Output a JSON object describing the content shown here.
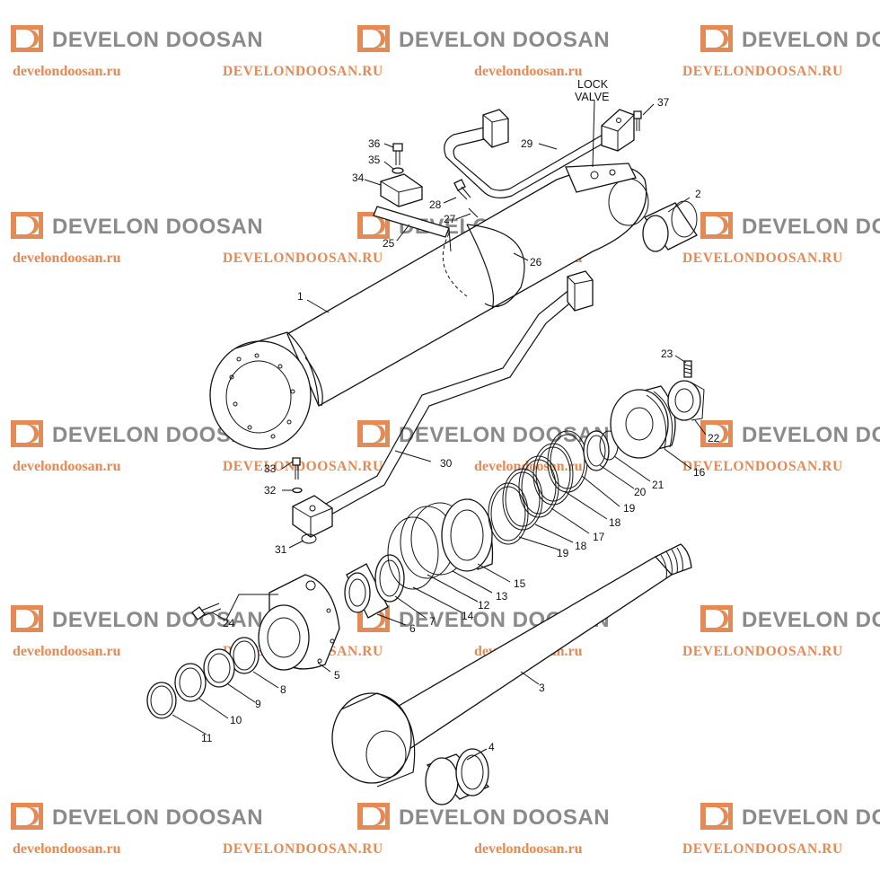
{
  "watermark": {
    "brand": "DEVELON DOOSAN",
    "url_lower": "develondoosan.ru",
    "url_upper": "DEVELONDOOSAN.RU",
    "brand_color": "#8a8a8a",
    "url_color": "#e58a55",
    "logo_color": "#e58a55"
  },
  "annotation": {
    "lock": "LOCK",
    "valve": "VALVE"
  },
  "callouts": [
    "1",
    "2",
    "3",
    "4",
    "5",
    "6",
    "7",
    "8",
    "9",
    "10",
    "11",
    "12",
    "13",
    "14",
    "15",
    "16",
    "17",
    "18",
    "18",
    "19",
    "19",
    "20",
    "21",
    "22",
    "23",
    "24",
    "25",
    "26",
    "27",
    "28",
    "29",
    "30",
    "31",
    "32",
    "33",
    "34",
    "35",
    "36",
    "37"
  ]
}
